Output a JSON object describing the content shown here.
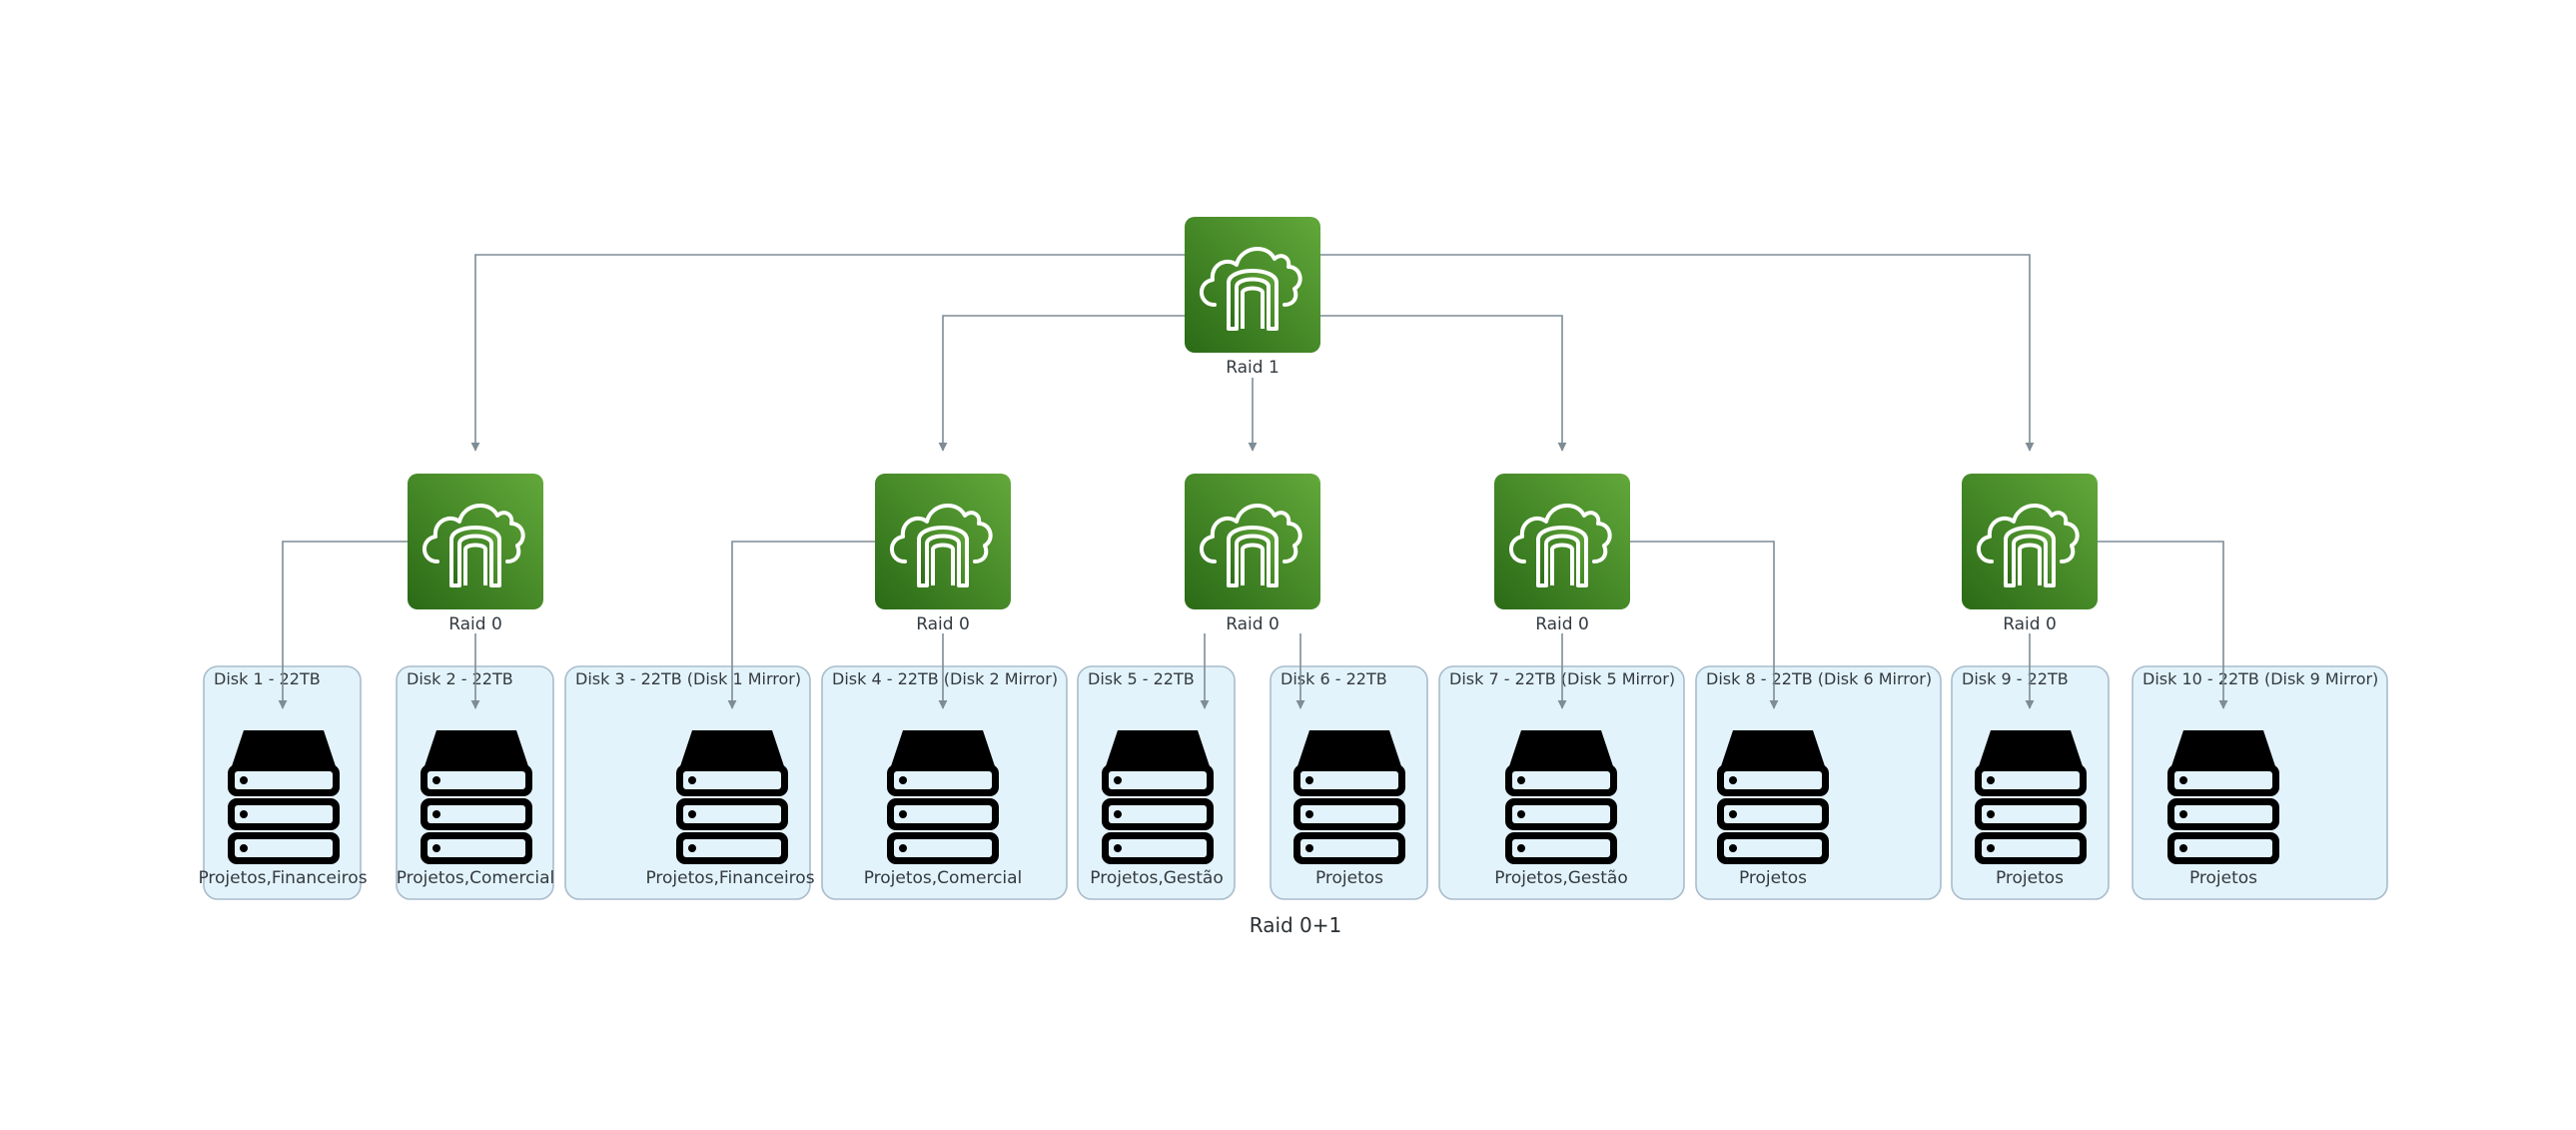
{
  "diagram": {
    "caption": "Raid 0+1",
    "root": {
      "label": "Raid 1",
      "icon": "cloud-gateway-icon"
    },
    "raid0_groups": [
      {
        "label": "Raid 0",
        "icon": "cloud-gateway-icon"
      },
      {
        "label": "Raid 0",
        "icon": "cloud-gateway-icon"
      },
      {
        "label": "Raid 0",
        "icon": "cloud-gateway-icon"
      },
      {
        "label": "Raid 0",
        "icon": "cloud-gateway-icon"
      },
      {
        "label": "Raid 0",
        "icon": "cloud-gateway-icon"
      }
    ],
    "disks": [
      {
        "title": "Disk 1 - 22TB",
        "label": "Projetos,Financeiros",
        "icon": "server-stack-icon"
      },
      {
        "title": "Disk 2 - 22TB",
        "label": "Projetos,Comercial",
        "icon": "server-stack-icon"
      },
      {
        "title": "Disk 3 - 22TB (Disk 1 Mirror)",
        "label": "Projetos,Financeiros",
        "icon": "server-stack-icon"
      },
      {
        "title": "Disk 4 - 22TB (Disk 2 Mirror)",
        "label": "Projetos,Comercial",
        "icon": "server-stack-icon"
      },
      {
        "title": "Disk 5 - 22TB",
        "label": "Projetos,Gestão",
        "icon": "server-stack-icon"
      },
      {
        "title": "Disk 6 - 22TB",
        "label": "Projetos",
        "icon": "server-stack-icon"
      },
      {
        "title": "Disk 7 - 22TB (Disk 5 Mirror)",
        "label": "Projetos,Gestão",
        "icon": "server-stack-icon"
      },
      {
        "title": "Disk 8 - 22TB (Disk 6 Mirror)",
        "label": "Projetos",
        "icon": "server-stack-icon"
      },
      {
        "title": "Disk 9 - 22TB",
        "label": "Projetos",
        "icon": "server-stack-icon"
      },
      {
        "title": "Disk 10 - 22TB (Disk 9 Mirror)",
        "label": "Projetos",
        "icon": "server-stack-icon"
      }
    ],
    "colors": {
      "gateway_dark": "#2a6a16",
      "gateway_light": "#62a83a",
      "disk_fill": "#e3f3fb",
      "edge": "#7f8c96"
    }
  }
}
